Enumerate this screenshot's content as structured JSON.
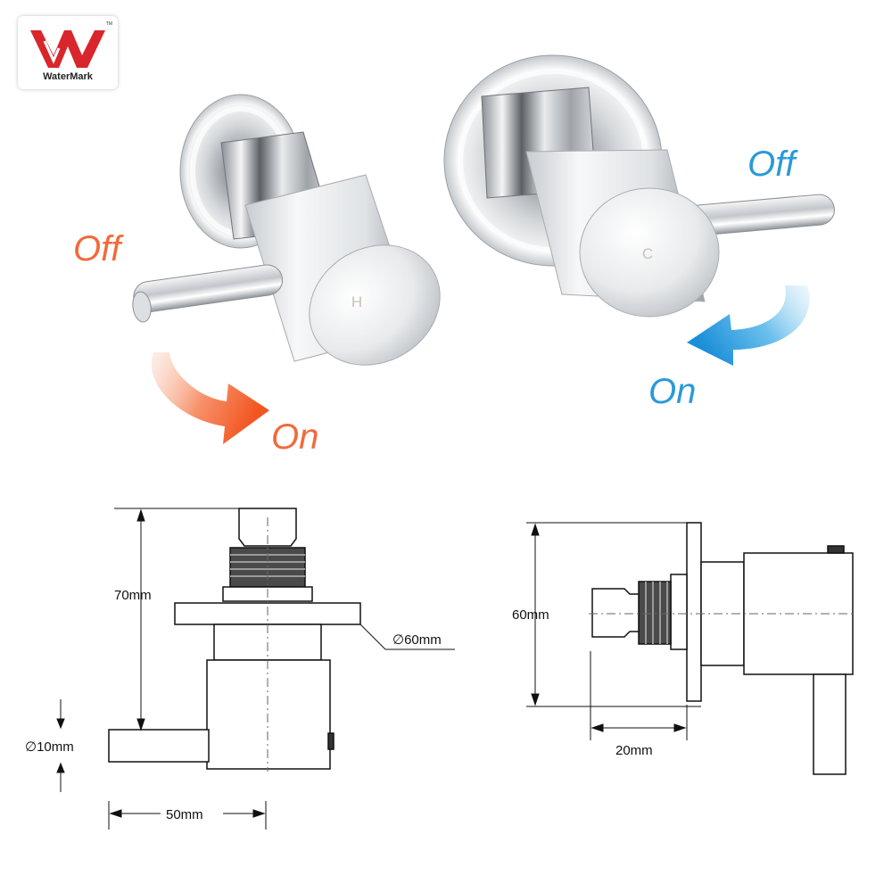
{
  "logo": {
    "text": "WaterMark",
    "tm": "TM",
    "color": "#d9262c"
  },
  "hot_tap": {
    "cap_letter": "H",
    "off_label": "Off",
    "on_label": "On",
    "color": "#f26a3a"
  },
  "cold_tap": {
    "cap_letter": "C",
    "off_label": "Off",
    "on_label": "On",
    "color": "#2a9ad8"
  },
  "front_drawing": {
    "height_label": "70mm",
    "flange_label": "∅60mm",
    "lever_label": "∅10mm",
    "width_label": "50mm"
  },
  "side_drawing": {
    "height_label": "60mm",
    "depth_label": "20mm"
  }
}
